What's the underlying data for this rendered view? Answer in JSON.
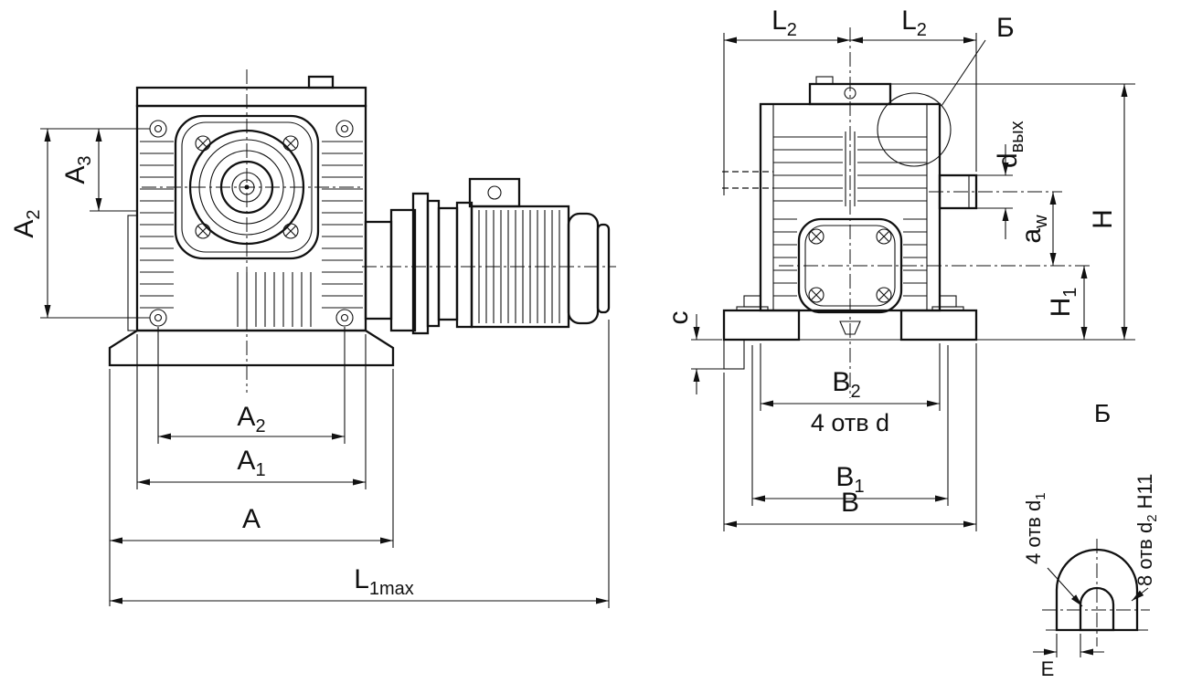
{
  "colors": {
    "line": "#111111",
    "background": "#ffffff"
  },
  "front_view": {
    "dim_a3": {
      "base": "A",
      "sub": "3"
    },
    "dim_a2_vertical": {
      "base": "A",
      "sub": "2"
    },
    "dim_a2_horizontal": {
      "base": "A",
      "sub": "2"
    },
    "dim_a1": {
      "base": "A",
      "sub": "1"
    },
    "dim_a": "A",
    "dim_l1max": {
      "base": "L",
      "sub": "1max"
    }
  },
  "side_view": {
    "dim_l2_left": {
      "base": "L",
      "sub": "2"
    },
    "dim_l2_right": {
      "base": "L",
      "sub": "2"
    },
    "callout_b": "Б",
    "dim_d_out": {
      "base": "d",
      "sub": "вых"
    },
    "dim_aw": {
      "base": "a",
      "sub": "w"
    },
    "dim_h": "H",
    "dim_h1": {
      "base": "H",
      "sub": "1"
    },
    "dim_c": "с",
    "dim_b2": {
      "base": "B",
      "sub": "2"
    },
    "holes_note": "4 отв d",
    "dim_b1": {
      "base": "B",
      "sub": "1"
    },
    "dim_b": "B"
  },
  "detail_view": {
    "title": "Б",
    "holes_d1": {
      "base": "4 отв d",
      "sub": "1"
    },
    "holes_d2": {
      "base": "8 отв d",
      "sub": "2",
      "tail": " H11"
    },
    "dim_e": "Е"
  }
}
